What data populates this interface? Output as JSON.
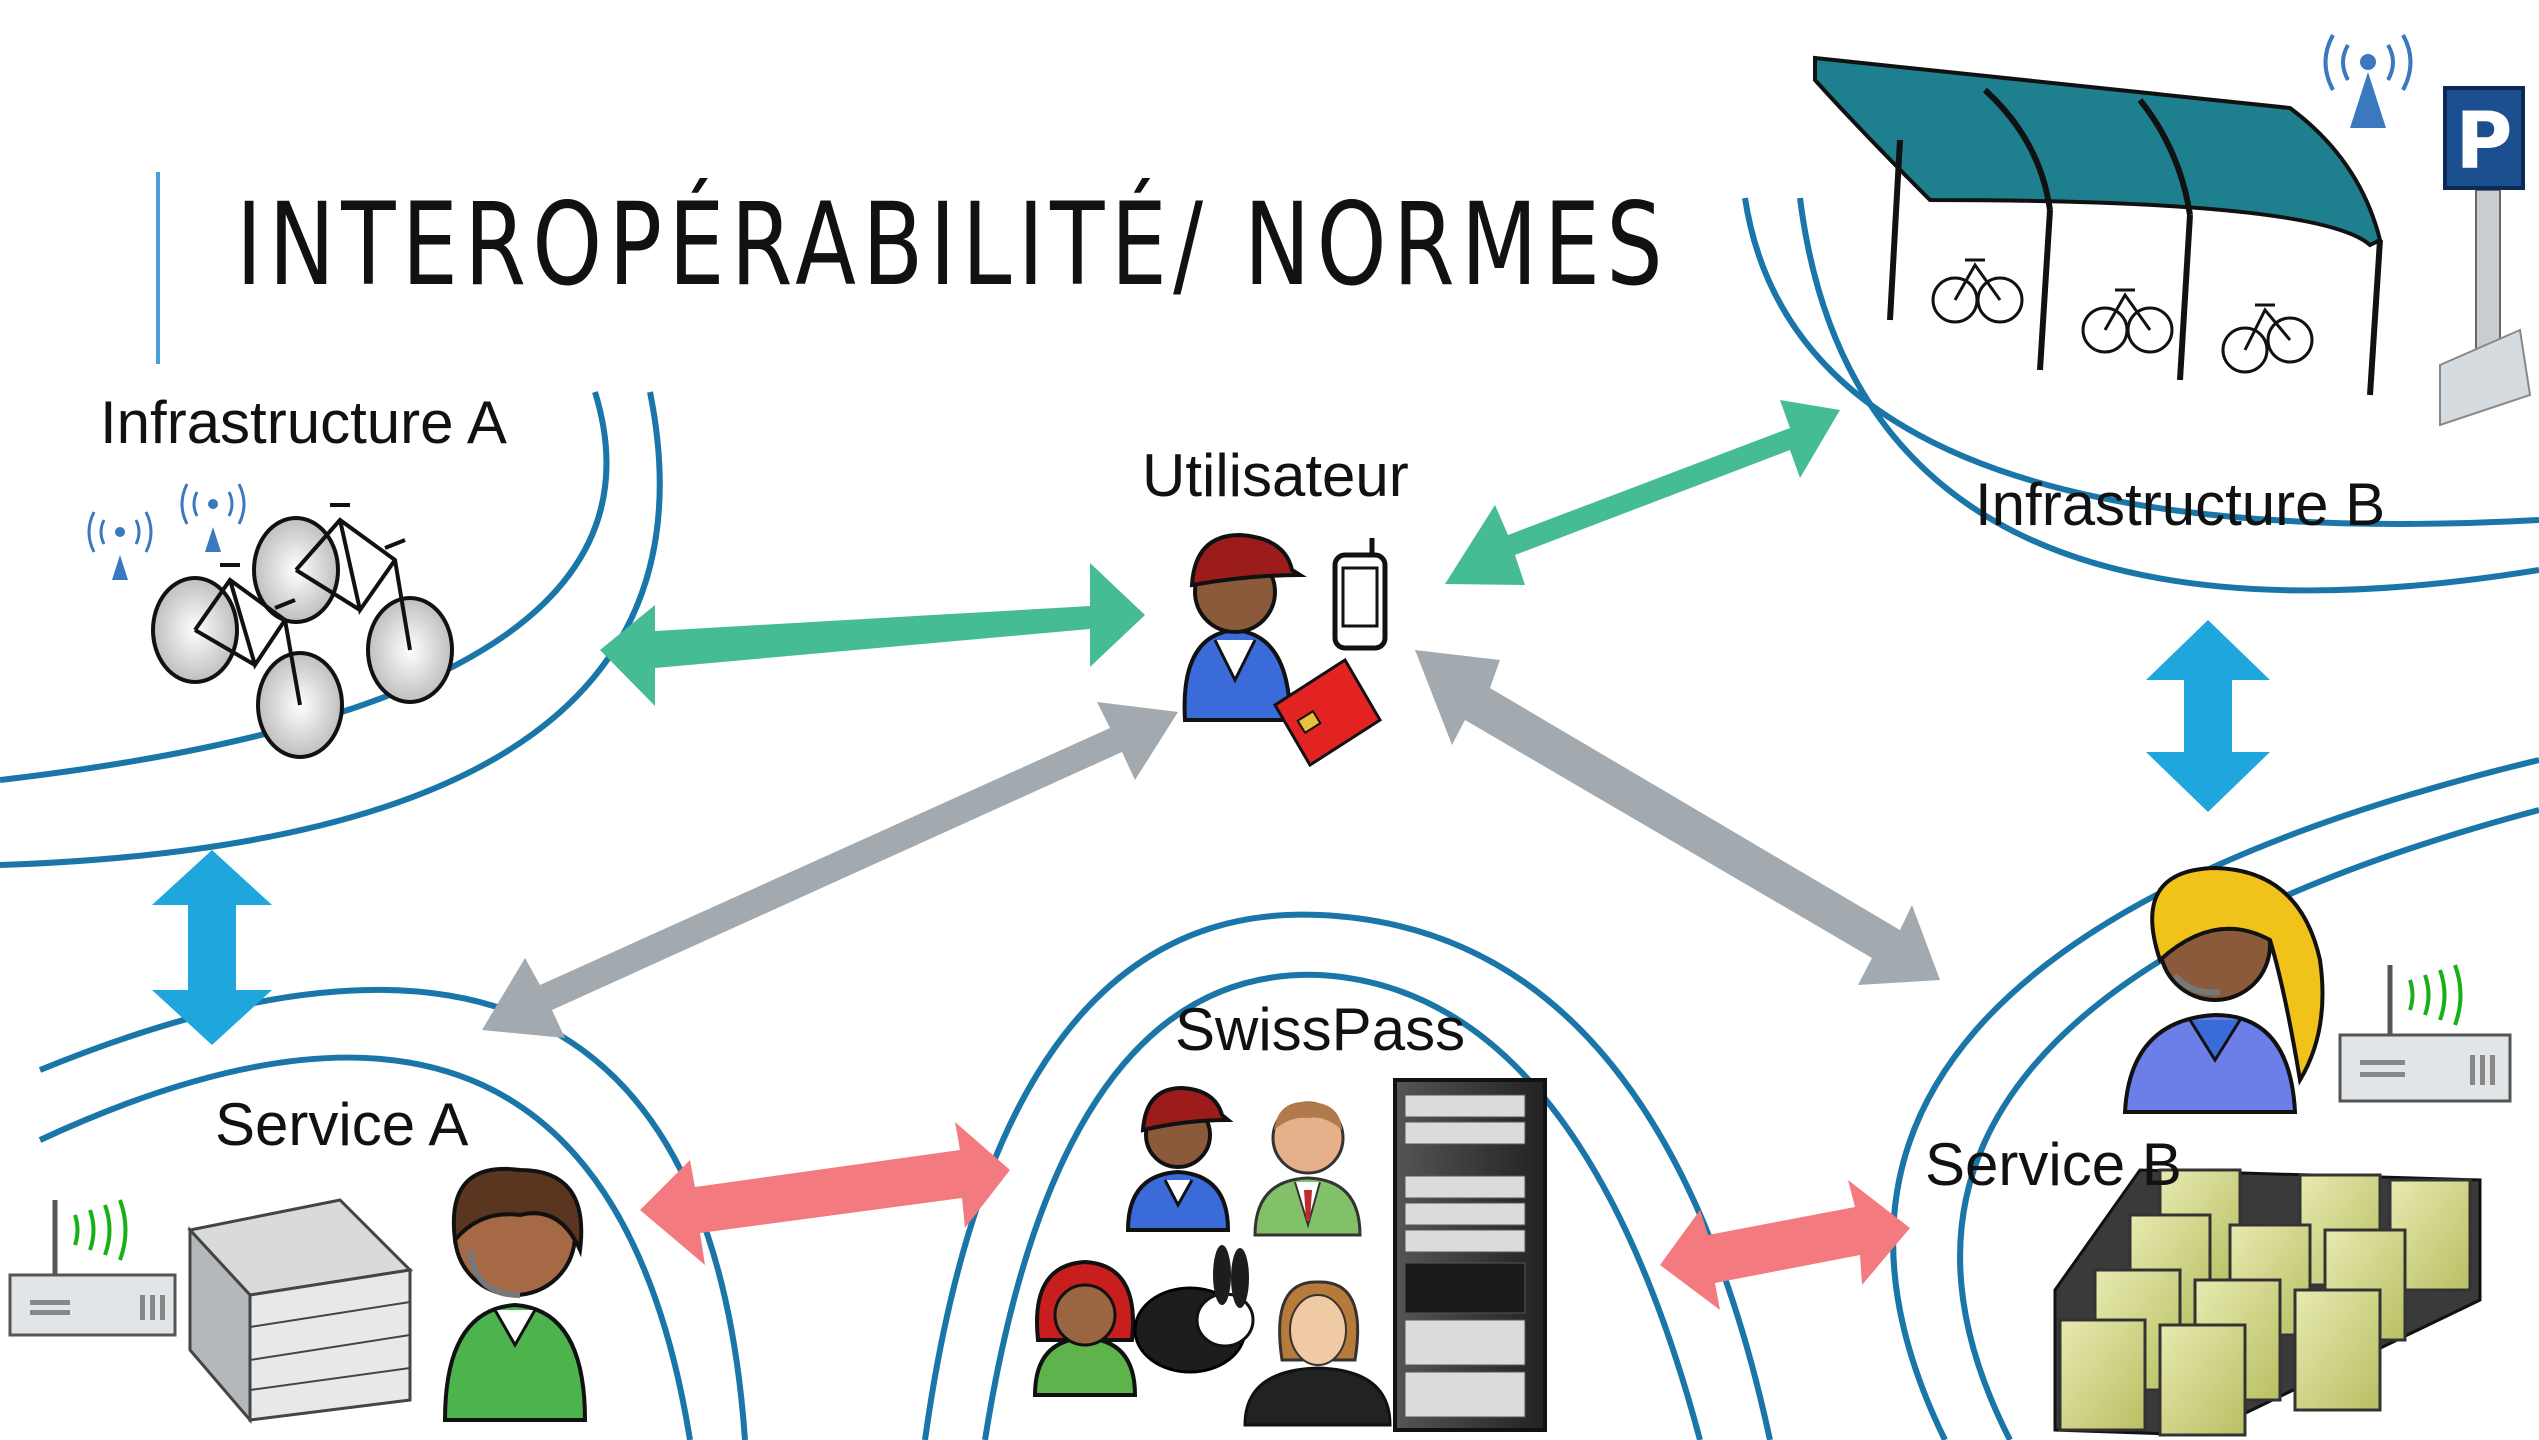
{
  "slide": {
    "title": "INTEROPÉRABILITÉ/ NORMES"
  },
  "nodes": {
    "infrastructure_a": "Infrastructure A",
    "infrastructure_b": "Infrastructure B",
    "utilisateur": "Utilisateur",
    "service_a": "Service A",
    "service_b": "Service B",
    "swisspass": "SwissPass"
  },
  "parking_sign": "P",
  "colors": {
    "boundary": "#1a76a8",
    "arrow_green": "#46bc94",
    "arrow_gray": "#a2aab0",
    "arrow_blue": "#1ea6dd",
    "arrow_pink": "#f37b80",
    "shelter_roof": "#1e7f8f",
    "parking_sign": "#1c4f8f",
    "title_accent": "#4a9fd6"
  },
  "icons": [
    "bike-icon",
    "wifi-antenna-icon",
    "bike-shelter-icon",
    "parking-sign-icon",
    "user-icon",
    "smartphone-icon",
    "smart-card-icon",
    "server-rack-icon",
    "call-center-agent-icon",
    "router-icon",
    "server-farm-icon",
    "businessman-icon",
    "rabbit-icon",
    "woman-icon"
  ]
}
